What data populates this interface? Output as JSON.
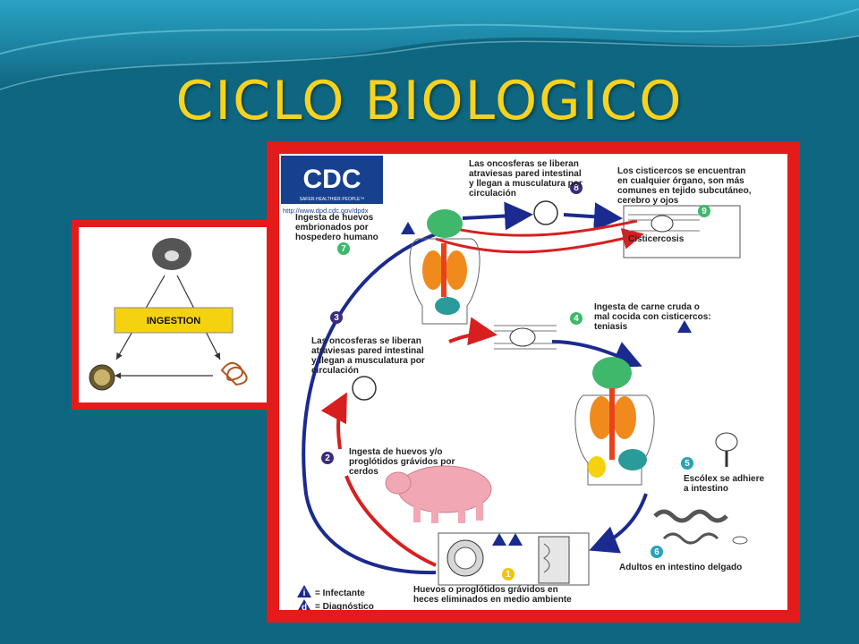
{
  "slide": {
    "title": "CICLO BIOLOGICO",
    "colors": {
      "background": "#0e6680",
      "title": "#f7d21e",
      "frame": "#e31b1b",
      "arrow_blue": "#1b2a8f",
      "arrow_red": "#d81f1f"
    }
  },
  "small_diagram": {
    "label": "INGESTION"
  },
  "cdc": {
    "logo": "CDC",
    "tagline": "SAFER·HEALTHIER·PEOPLE™",
    "url": "http://www.dpd.cdc.gov/dpdx"
  },
  "steps": {
    "s1": {
      "num": "1",
      "text": [
        "Huevos o proglótidos grávidos en",
        "heces eliminados en medio ambiente"
      ]
    },
    "s2": {
      "num": "2",
      "text": [
        "Ingesta de huevos y/o",
        "proglótidos grávidos por",
        "cerdos"
      ]
    },
    "s3": {
      "num": "3",
      "text": [
        "Las oncosferas se liberan",
        "atraviesas pared intestinal",
        "y llegan a musculatura por",
        "circulación"
      ]
    },
    "s4": {
      "num": "4",
      "text": [
        "Ingesta de carne cruda o",
        "mal cocida con cisticercos:",
        "teniasis"
      ]
    },
    "s5": {
      "num": "5",
      "text": [
        "Escólex se adhiere",
        "a intestino"
      ]
    },
    "s6": {
      "num": "6",
      "text": [
        "Adultos en intestino delgado"
      ]
    },
    "s7": {
      "num": "7",
      "text": [
        "Ingesta de huevos",
        "embrionados por",
        "hospedero humano"
      ]
    },
    "s8": {
      "num": "8",
      "text": [
        "Las oncosferas se liberan",
        "atraviesas pared intestinal",
        "y llegan a musculatura por",
        "circulación"
      ]
    },
    "s9": {
      "num": "9",
      "text": [
        "Los cisticercos se encuentran",
        "en cualquier órgano, son más",
        "comunes en tejido subcutáneo,",
        "cerebro y ojos"
      ]
    }
  },
  "cisticercosis_label": "Cisticercosis",
  "legend": {
    "infectante_letter": "i",
    "infectante": "= Infectante",
    "diagnostico_letter": "d",
    "diagnostico": "= Diagnóstico"
  }
}
